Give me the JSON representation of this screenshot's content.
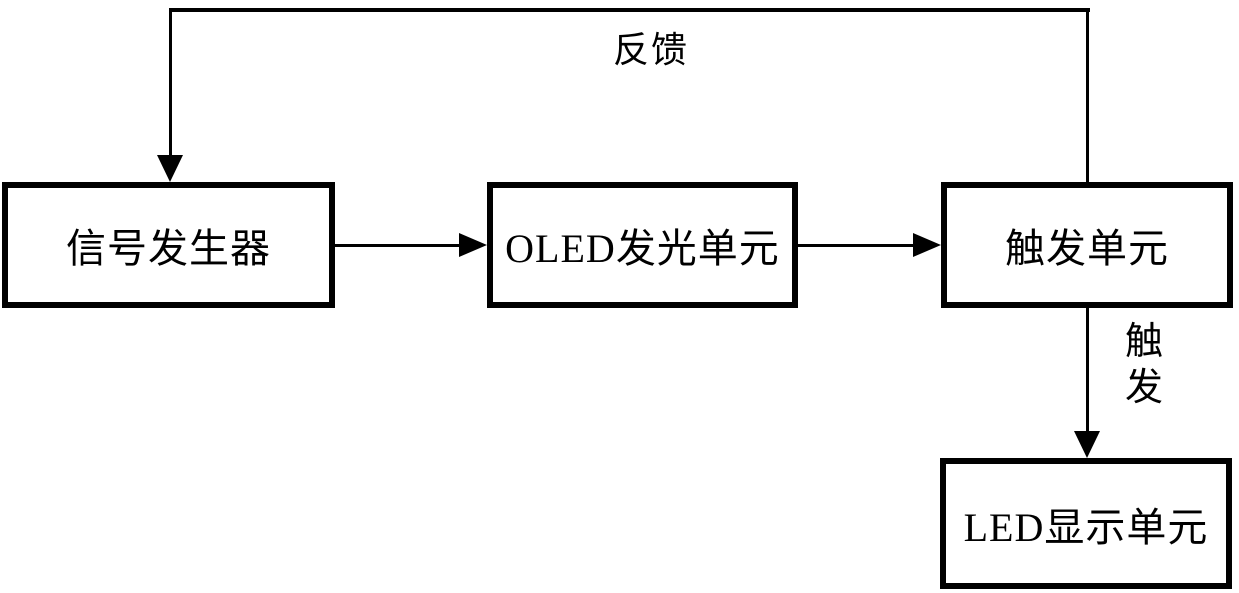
{
  "diagram": {
    "type": "block-diagram",
    "colors": {
      "line": "#000000",
      "background": "#ffffff"
    },
    "nodes": [
      {
        "id": "signal-generator",
        "label": "信号发生器"
      },
      {
        "id": "oled-light-unit",
        "label": "OLED发光单元"
      },
      {
        "id": "trigger-unit",
        "label": "触发单元"
      },
      {
        "id": "led-display-unit",
        "label": "LED显示单元"
      }
    ],
    "edges": [
      {
        "from": "signal-generator",
        "to": "oled-light-unit",
        "label": ""
      },
      {
        "from": "oled-light-unit",
        "to": "trigger-unit",
        "label": ""
      },
      {
        "from": "trigger-unit",
        "to": "led-display-unit",
        "label": "触发"
      },
      {
        "from": "trigger-unit",
        "to": "signal-generator",
        "label": "反馈"
      }
    ],
    "labels": {
      "feedback": "反馈",
      "trigger": "触发"
    }
  }
}
